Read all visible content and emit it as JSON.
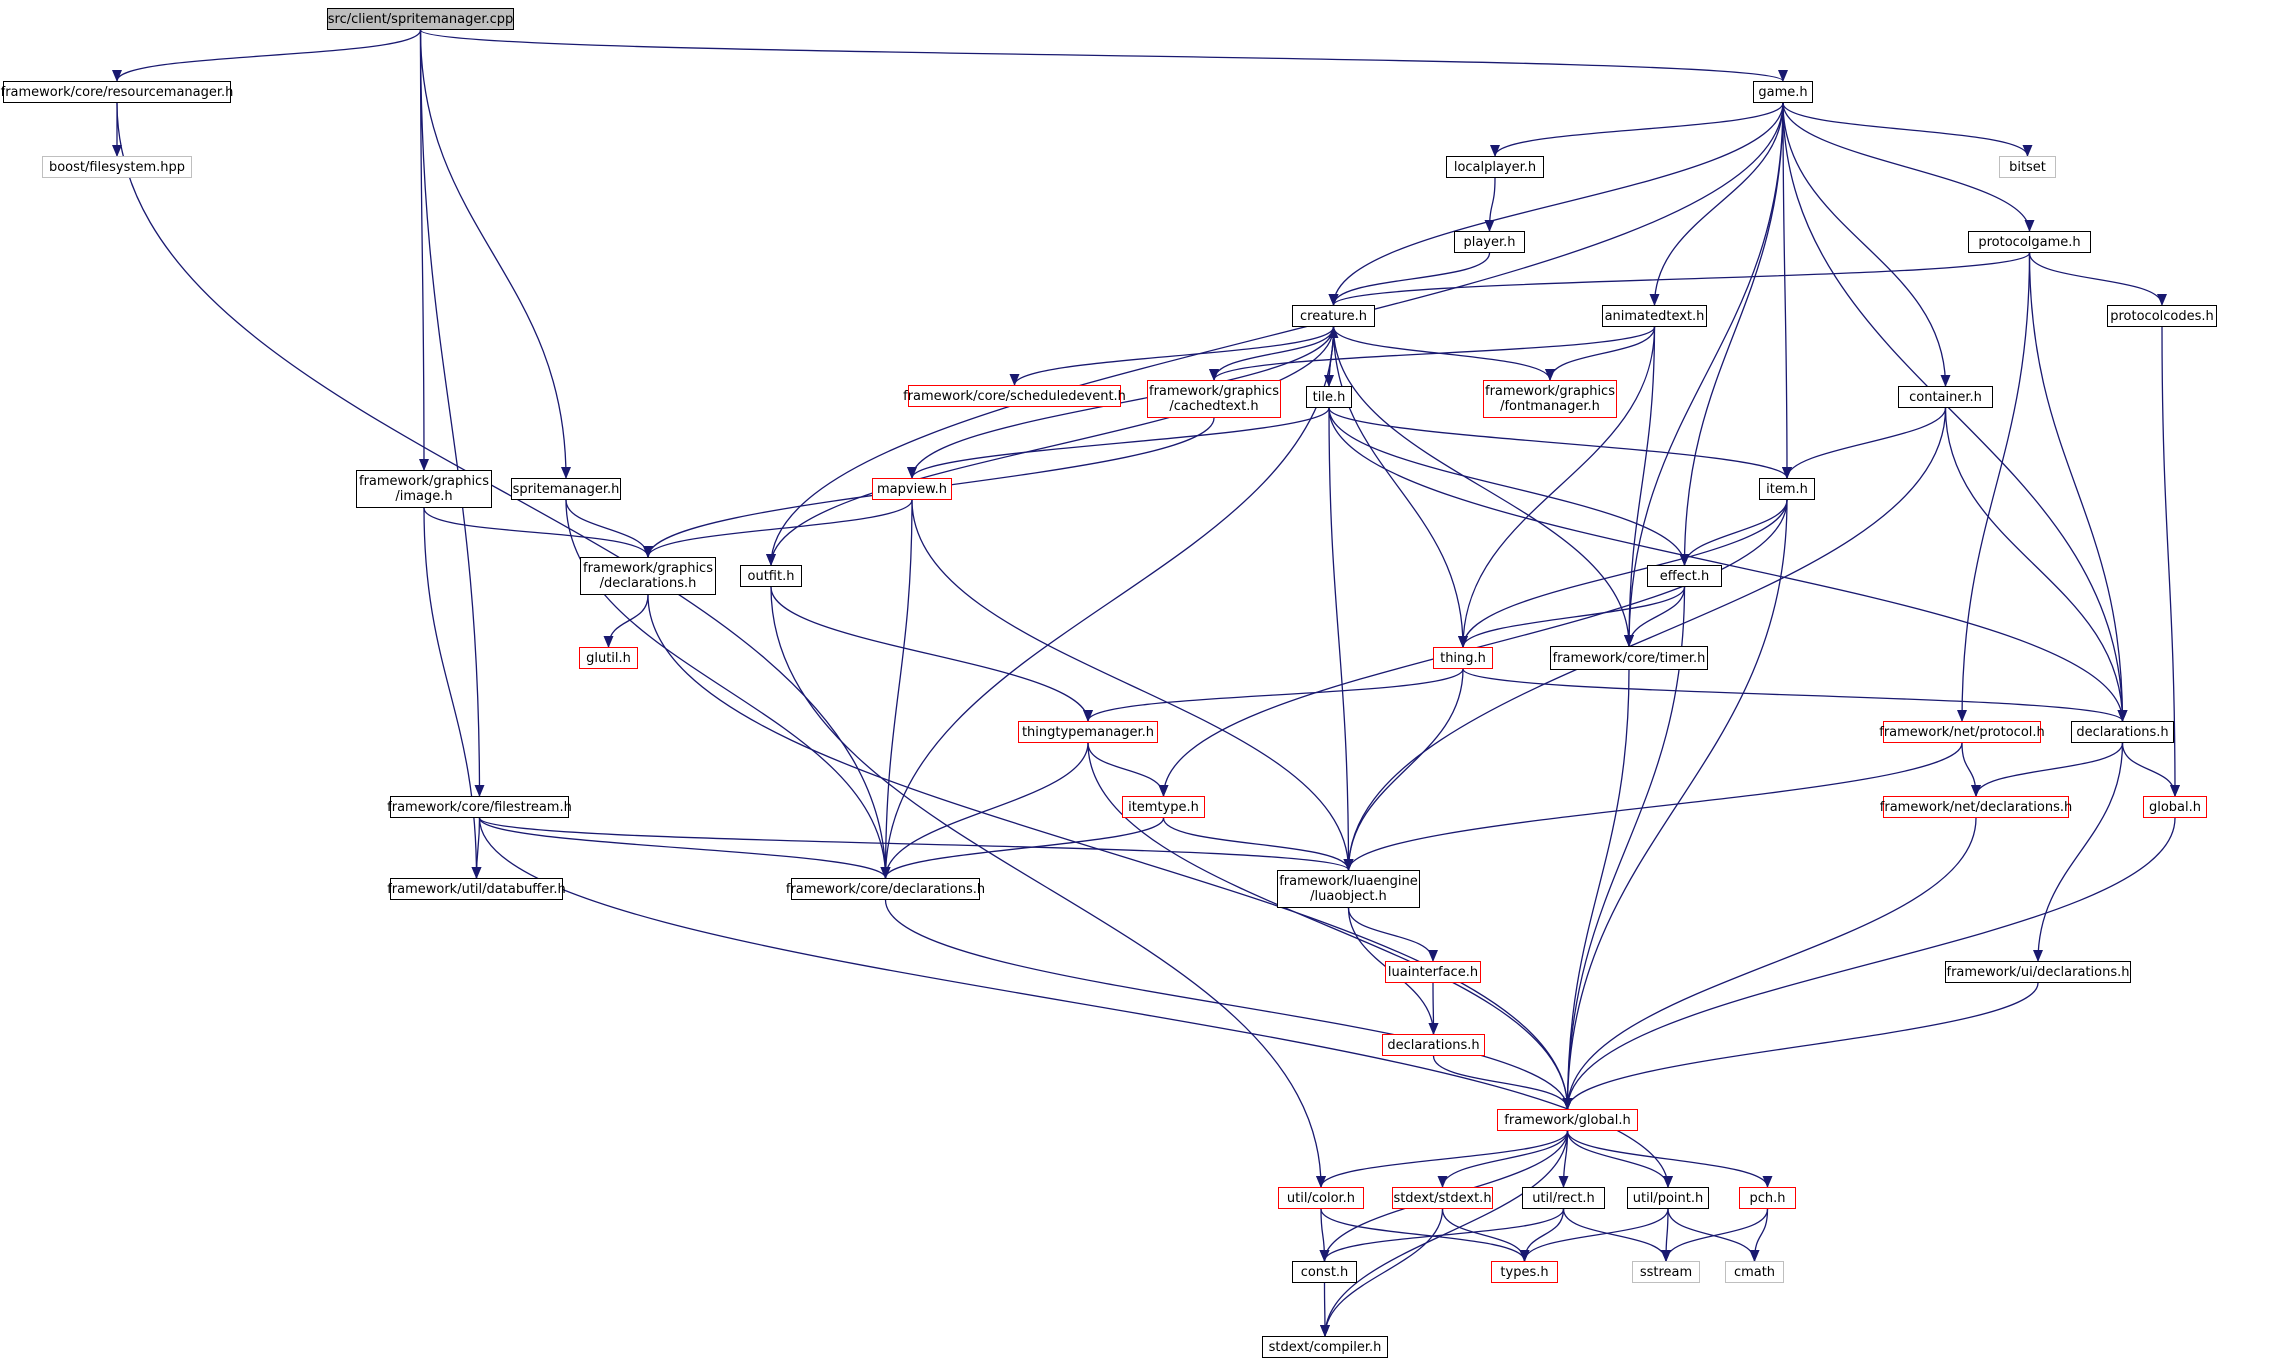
{
  "diagram": {
    "type": "include-dependency-graph",
    "colors": {
      "edge": "#191970",
      "node_border": "#000000",
      "node_border_incomplete": "#ff0000",
      "node_border_external": "#bfbfbf",
      "root_fill": "#bfbfbf"
    },
    "nodes": [
      {
        "id": "root",
        "label": "src/client/spritemanager.cpp",
        "style": "root"
      },
      {
        "id": "resourcemanager",
        "label": "framework/core/resourcemanager.h",
        "style": "normal"
      },
      {
        "id": "boostfs",
        "label": "boost/filesystem.hpp",
        "style": "grey"
      },
      {
        "id": "game",
        "label": "game.h",
        "style": "normal"
      },
      {
        "id": "localplayer",
        "label": "localplayer.h",
        "style": "normal"
      },
      {
        "id": "bitset",
        "label": "bitset",
        "style": "grey"
      },
      {
        "id": "player",
        "label": "player.h",
        "style": "normal"
      },
      {
        "id": "protocolgame",
        "label": "protocolgame.h",
        "style": "normal"
      },
      {
        "id": "creature",
        "label": "creature.h",
        "style": "normal"
      },
      {
        "id": "animatedtext",
        "label": "animatedtext.h",
        "style": "normal"
      },
      {
        "id": "protocolcodes",
        "label": "protocolcodes.h",
        "style": "normal"
      },
      {
        "id": "scheduledevent",
        "label": "framework/core/scheduledevent.h",
        "style": "red"
      },
      {
        "id": "cachedtext",
        "label": "framework/graphics\n/cachedtext.h",
        "style": "red"
      },
      {
        "id": "tile",
        "label": "tile.h",
        "style": "normal"
      },
      {
        "id": "fontmanager",
        "label": "framework/graphics\n/fontmanager.h",
        "style": "red"
      },
      {
        "id": "container",
        "label": "container.h",
        "style": "normal"
      },
      {
        "id": "image",
        "label": "framework/graphics\n/image.h",
        "style": "normal"
      },
      {
        "id": "spritemanager",
        "label": "spritemanager.h",
        "style": "normal"
      },
      {
        "id": "mapview",
        "label": "mapview.h",
        "style": "red"
      },
      {
        "id": "item",
        "label": "item.h",
        "style": "normal"
      },
      {
        "id": "gfxdecl",
        "label": "framework/graphics\n/declarations.h",
        "style": "normal"
      },
      {
        "id": "outfit",
        "label": "outfit.h",
        "style": "normal"
      },
      {
        "id": "effect",
        "label": "effect.h",
        "style": "normal"
      },
      {
        "id": "glutil",
        "label": "glutil.h",
        "style": "red"
      },
      {
        "id": "thing",
        "label": "thing.h",
        "style": "red"
      },
      {
        "id": "timer",
        "label": "framework/core/timer.h",
        "style": "normal"
      },
      {
        "id": "thingtypemanager",
        "label": "thingtypemanager.h",
        "style": "red"
      },
      {
        "id": "protocol",
        "label": "framework/net/protocol.h",
        "style": "red"
      },
      {
        "id": "declarations",
        "label": "declarations.h",
        "style": "normal"
      },
      {
        "id": "filestream",
        "label": "framework/core/filestream.h",
        "style": "normal"
      },
      {
        "id": "itemtype",
        "label": "itemtype.h",
        "style": "red"
      },
      {
        "id": "netdecl",
        "label": "framework/net/declarations.h",
        "style": "red"
      },
      {
        "id": "globalh",
        "label": "global.h",
        "style": "red"
      },
      {
        "id": "databuffer",
        "label": "framework/util/databuffer.h",
        "style": "normal"
      },
      {
        "id": "coredecl",
        "label": "framework/core/declarations.h",
        "style": "normal"
      },
      {
        "id": "luaobject",
        "label": "framework/luaengine\n/luaobject.h",
        "style": "normal"
      },
      {
        "id": "luainterface",
        "label": "luainterface.h",
        "style": "red"
      },
      {
        "id": "uidecl",
        "label": "framework/ui/declarations.h",
        "style": "normal"
      },
      {
        "id": "luadecl",
        "label": "declarations.h",
        "style": "red"
      },
      {
        "id": "fwglobal",
        "label": "framework/global.h",
        "style": "red"
      },
      {
        "id": "color",
        "label": "util/color.h",
        "style": "red"
      },
      {
        "id": "stdext",
        "label": "stdext/stdext.h",
        "style": "red"
      },
      {
        "id": "rect",
        "label": "util/rect.h",
        "style": "normal"
      },
      {
        "id": "point",
        "label": "util/point.h",
        "style": "normal"
      },
      {
        "id": "pch",
        "label": "pch.h",
        "style": "red"
      },
      {
        "id": "const",
        "label": "const.h",
        "style": "normal"
      },
      {
        "id": "types",
        "label": "types.h",
        "style": "red"
      },
      {
        "id": "sstream",
        "label": "sstream",
        "style": "grey"
      },
      {
        "id": "cmath",
        "label": "cmath",
        "style": "grey"
      },
      {
        "id": "compiler",
        "label": "stdext/compiler.h",
        "style": "normal"
      }
    ],
    "edges": [
      [
        "root",
        "resourcemanager"
      ],
      [
        "root",
        "game"
      ],
      [
        "root",
        "image"
      ],
      [
        "root",
        "spritemanager"
      ],
      [
        "root",
        "filestream"
      ],
      [
        "resourcemanager",
        "boostfs"
      ],
      [
        "resourcemanager",
        "coredecl"
      ],
      [
        "game",
        "localplayer"
      ],
      [
        "game",
        "bitset"
      ],
      [
        "game",
        "protocolgame"
      ],
      [
        "game",
        "creature"
      ],
      [
        "game",
        "animatedtext"
      ],
      [
        "game",
        "container"
      ],
      [
        "game",
        "item"
      ],
      [
        "game",
        "effect"
      ],
      [
        "game",
        "outfit"
      ],
      [
        "game",
        "timer"
      ],
      [
        "game",
        "declarations"
      ],
      [
        "localplayer",
        "player"
      ],
      [
        "player",
        "creature"
      ],
      [
        "protocolgame",
        "creature"
      ],
      [
        "protocolgame",
        "protocolcodes"
      ],
      [
        "protocolgame",
        "protocol"
      ],
      [
        "protocolgame",
        "declarations"
      ],
      [
        "protocolcodes",
        "globalh"
      ],
      [
        "creature",
        "scheduledevent"
      ],
      [
        "creature",
        "cachedtext"
      ],
      [
        "creature",
        "tile"
      ],
      [
        "creature",
        "fontmanager"
      ],
      [
        "creature",
        "mapview"
      ],
      [
        "creature",
        "outfit"
      ],
      [
        "creature",
        "thing"
      ],
      [
        "creature",
        "timer"
      ],
      [
        "creature",
        "coredecl"
      ],
      [
        "tile",
        "creature"
      ],
      [
        "tile",
        "mapview"
      ],
      [
        "tile",
        "item"
      ],
      [
        "tile",
        "effect"
      ],
      [
        "tile",
        "luaobject"
      ],
      [
        "tile",
        "declarations"
      ],
      [
        "animatedtext",
        "cachedtext"
      ],
      [
        "animatedtext",
        "fontmanager"
      ],
      [
        "animatedtext",
        "thing"
      ],
      [
        "animatedtext",
        "timer"
      ],
      [
        "cachedtext",
        "gfxdecl"
      ],
      [
        "container",
        "item"
      ],
      [
        "container",
        "declarations"
      ],
      [
        "container",
        "luaobject"
      ],
      [
        "image",
        "gfxdecl"
      ],
      [
        "image",
        "databuffer"
      ],
      [
        "spritemanager",
        "gfxdecl"
      ],
      [
        "spritemanager",
        "coredecl"
      ],
      [
        "mapview",
        "gfxdecl"
      ],
      [
        "mapview",
        "luaobject"
      ],
      [
        "mapview",
        "coredecl"
      ],
      [
        "item",
        "effect"
      ],
      [
        "item",
        "thing"
      ],
      [
        "item",
        "itemtype"
      ],
      [
        "item",
        "fwglobal"
      ],
      [
        "gfxdecl",
        "glutil"
      ],
      [
        "gfxdecl",
        "fwglobal"
      ],
      [
        "outfit",
        "thingtypemanager"
      ],
      [
        "outfit",
        "color"
      ],
      [
        "effect",
        "thing"
      ],
      [
        "effect",
        "timer"
      ],
      [
        "effect",
        "fwglobal"
      ],
      [
        "thing",
        "thingtypemanager"
      ],
      [
        "thing",
        "luaobject"
      ],
      [
        "thing",
        "declarations"
      ],
      [
        "timer",
        "fwglobal"
      ],
      [
        "thingtypemanager",
        "itemtype"
      ],
      [
        "thingtypemanager",
        "coredecl"
      ],
      [
        "thingtypemanager",
        "fwglobal"
      ],
      [
        "protocol",
        "netdecl"
      ],
      [
        "protocol",
        "luaobject"
      ],
      [
        "declarations",
        "netdecl"
      ],
      [
        "declarations",
        "globalh"
      ],
      [
        "declarations",
        "uidecl"
      ],
      [
        "filestream",
        "databuffer"
      ],
      [
        "filestream",
        "coredecl"
      ],
      [
        "filestream",
        "luaobject"
      ],
      [
        "filestream",
        "point"
      ],
      [
        "itemtype",
        "luaobject"
      ],
      [
        "itemtype",
        "coredecl"
      ],
      [
        "netdecl",
        "fwglobal"
      ],
      [
        "globalh",
        "fwglobal"
      ],
      [
        "coredecl",
        "fwglobal"
      ],
      [
        "luaobject",
        "luainterface"
      ],
      [
        "luaobject",
        "luadecl"
      ],
      [
        "luainterface",
        "luadecl"
      ],
      [
        "luadecl",
        "fwglobal"
      ],
      [
        "uidecl",
        "fwglobal"
      ],
      [
        "fwglobal",
        "color"
      ],
      [
        "fwglobal",
        "stdext"
      ],
      [
        "fwglobal",
        "rect"
      ],
      [
        "fwglobal",
        "point"
      ],
      [
        "fwglobal",
        "pch"
      ],
      [
        "fwglobal",
        "const"
      ],
      [
        "fwglobal",
        "compiler"
      ],
      [
        "color",
        "const"
      ],
      [
        "color",
        "types"
      ],
      [
        "stdext",
        "types"
      ],
      [
        "stdext",
        "compiler"
      ],
      [
        "rect",
        "types"
      ],
      [
        "rect",
        "sstream"
      ],
      [
        "rect",
        "const"
      ],
      [
        "point",
        "types"
      ],
      [
        "point",
        "sstream"
      ],
      [
        "point",
        "cmath"
      ],
      [
        "pch",
        "sstream"
      ],
      [
        "pch",
        "cmath"
      ],
      [
        "const",
        "compiler"
      ]
    ]
  }
}
